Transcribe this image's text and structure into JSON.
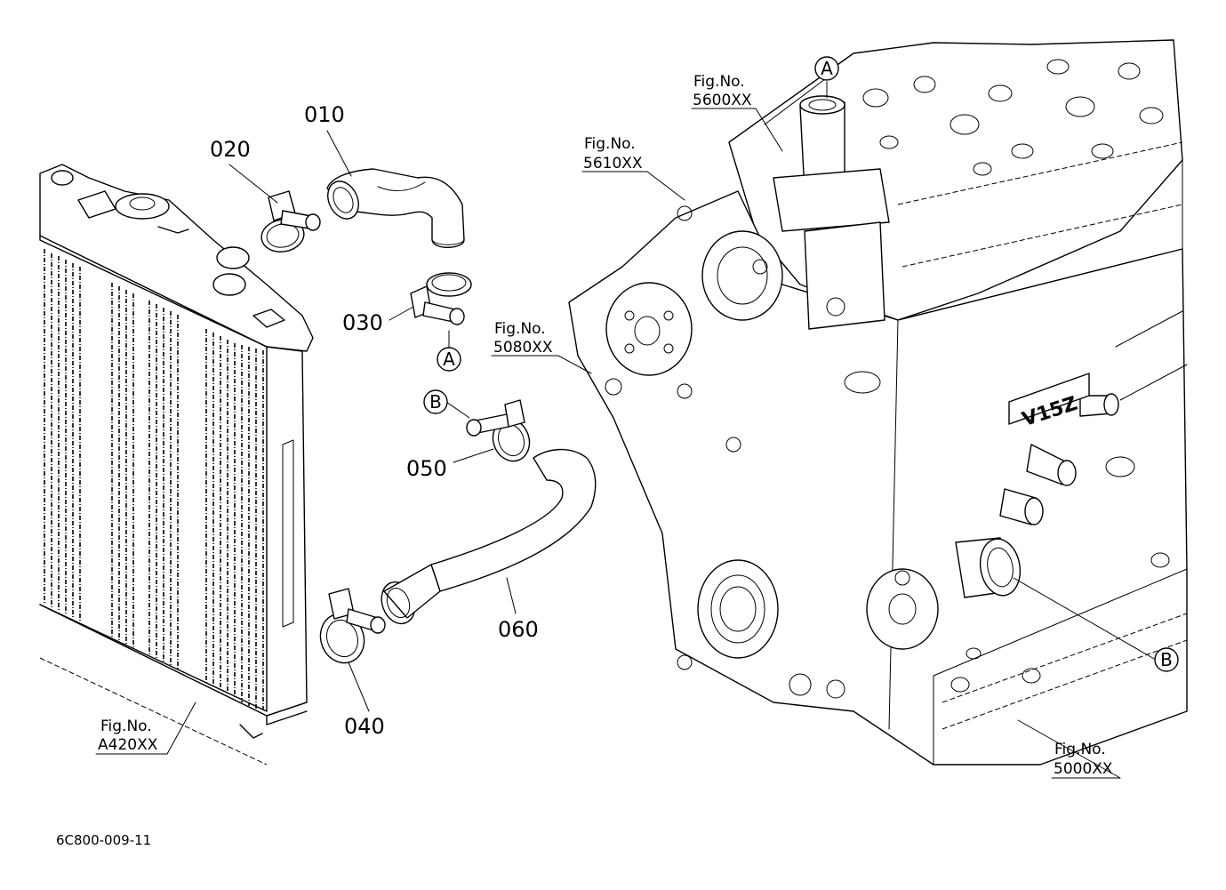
{
  "diagram_id": "6C800-009-11",
  "parts": [
    {
      "number": "010"
    },
    {
      "number": "020"
    },
    {
      "number": "030"
    },
    {
      "number": "040"
    },
    {
      "number": "050"
    },
    {
      "number": "060"
    }
  ],
  "figure_refs": [
    {
      "prefix": "Fig.No.",
      "code": "A420XX"
    },
    {
      "prefix": "Fig.No.",
      "code": "5600XX"
    },
    {
      "prefix": "Fig.No.",
      "code": "5610XX"
    },
    {
      "prefix": "Fig.No.",
      "code": "5080XX"
    },
    {
      "prefix": "Fig.No.",
      "code": "5000XX"
    }
  ],
  "callouts": [
    "A",
    "B"
  ],
  "engine_marking": "V15Z"
}
